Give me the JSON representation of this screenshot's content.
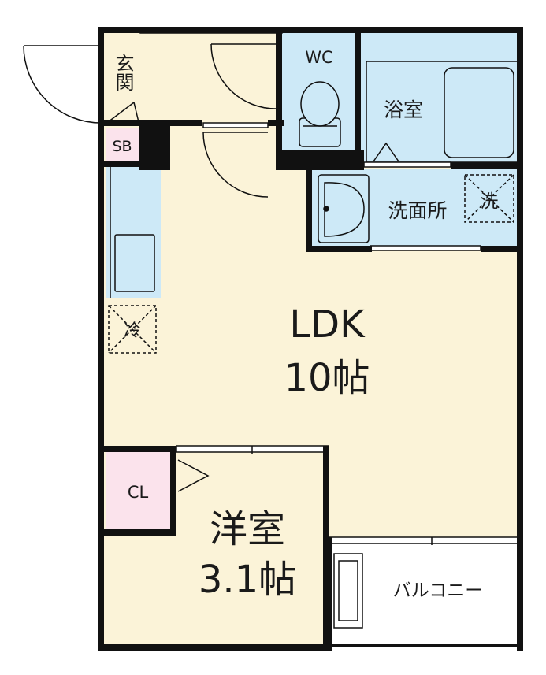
{
  "floorplan": {
    "rooms": {
      "entrance": {
        "label": "玄関"
      },
      "shoe_box": {
        "label": "SB"
      },
      "toilet": {
        "label": "WC"
      },
      "bathroom": {
        "label": "浴室"
      },
      "washroom": {
        "label": "洗面所"
      },
      "washer": {
        "label": "洗"
      },
      "fridge": {
        "label": "冷"
      },
      "ldk": {
        "label": "LDK",
        "size": "10帖"
      },
      "closet": {
        "label": "CL"
      },
      "western_room": {
        "label": "洋室",
        "size": "3.1帖"
      },
      "balcony": {
        "label": "バルコニー"
      }
    },
    "colors": {
      "floor": "#fbf3d8",
      "wet_area": "#cde9f7",
      "storage": "#fbe3ec",
      "wall": "#111111",
      "background": "#ffffff"
    }
  }
}
